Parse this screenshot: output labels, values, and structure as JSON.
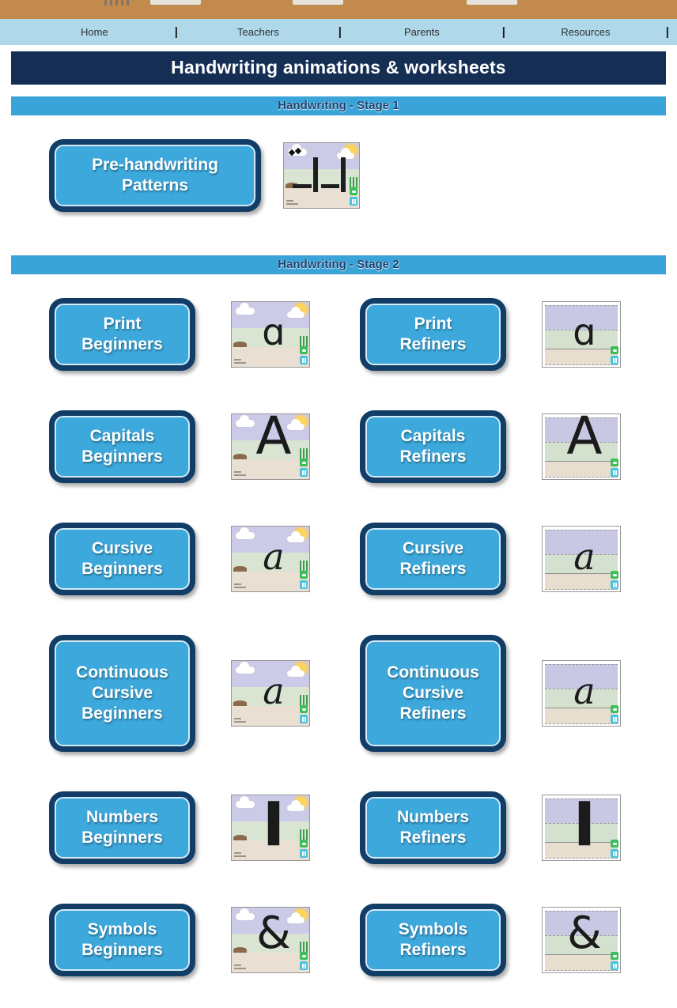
{
  "nav": {
    "separator": "|",
    "items": [
      {
        "label": "Home"
      },
      {
        "label": "Teachers"
      },
      {
        "label": "Parents"
      },
      {
        "label": "Resources"
      }
    ]
  },
  "title": "Handwriting animations & worksheets",
  "sections": [
    {
      "header": "Handwriting - Stage 1",
      "rows": [
        [
          {
            "label_lines": [
              "Pre-handwriting",
              "Patterns"
            ],
            "wide": true,
            "thumb": {
              "variant": "beginner",
              "content": "patterns"
            }
          }
        ]
      ]
    },
    {
      "header": "Handwriting - Stage 2",
      "rows": [
        [
          {
            "label_lines": [
              "Print",
              "Beginners"
            ],
            "thumb": {
              "variant": "beginner",
              "glyph": "ɑ",
              "glyph_style": "print"
            }
          },
          {
            "label_lines": [
              "Print",
              "Refiners"
            ],
            "thumb": {
              "variant": "refiner",
              "glyph": "ɑ",
              "glyph_style": "print"
            }
          }
        ],
        [
          {
            "label_lines": [
              "Capitals",
              "Beginners"
            ],
            "thumb": {
              "variant": "beginner",
              "glyph": "A",
              "glyph_style": "capital"
            }
          },
          {
            "label_lines": [
              "Capitals",
              "Refiners"
            ],
            "thumb": {
              "variant": "refiner",
              "glyph": "A",
              "glyph_style": "capital"
            }
          }
        ],
        [
          {
            "label_lines": [
              "Cursive",
              "Beginners"
            ],
            "thumb": {
              "variant": "beginner",
              "glyph": "a",
              "glyph_style": "cursive"
            }
          },
          {
            "label_lines": [
              "Cursive",
              "Refiners"
            ],
            "thumb": {
              "variant": "refiner",
              "glyph": "a",
              "glyph_style": "cursive"
            }
          }
        ],
        [
          {
            "label_lines": [
              "Continuous",
              "Cursive",
              "Beginners"
            ],
            "thumb": {
              "variant": "beginner",
              "glyph": "a",
              "glyph_style": "cursive"
            }
          },
          {
            "label_lines": [
              "Continuous",
              "Cursive",
              "Refiners"
            ],
            "thumb": {
              "variant": "refiner",
              "glyph": "a",
              "glyph_style": "cursive"
            }
          }
        ],
        [
          {
            "label_lines": [
              "Numbers",
              "Beginners"
            ],
            "thumb": {
              "variant": "beginner",
              "glyph": "|",
              "glyph_style": "stroke"
            }
          },
          {
            "label_lines": [
              "Numbers",
              "Refiners"
            ],
            "thumb": {
              "variant": "refiner",
              "glyph": "|",
              "glyph_style": "stroke"
            }
          }
        ],
        [
          {
            "label_lines": [
              "Symbols",
              "Beginners"
            ],
            "thumb": {
              "variant": "beginner",
              "glyph": "&",
              "glyph_style": "symbol"
            }
          },
          {
            "label_lines": [
              "Symbols",
              "Refiners"
            ],
            "thumb": {
              "variant": "refiner",
              "glyph": "&",
              "glyph_style": "symbol"
            }
          }
        ]
      ]
    }
  ],
  "colors": {
    "top_bar": "#C28A4D",
    "nav_bg": "#AFD9EB",
    "title_bar_bg": "#142E54",
    "title_text": "#FFFFFF",
    "section_bar_bg": "#3AA4D9",
    "section_text": "#1D4270",
    "button_fill": "#3DA8DB",
    "button_border": "#113D67",
    "button_text": "#FFFFFF",
    "thumb_sky": "#CBCBE7",
    "thumb_grass": "#D9E4D3",
    "thumb_ground": "#E9E0D3",
    "play_button": "#3DBE5B",
    "pause_button": "#49C2DE"
  }
}
